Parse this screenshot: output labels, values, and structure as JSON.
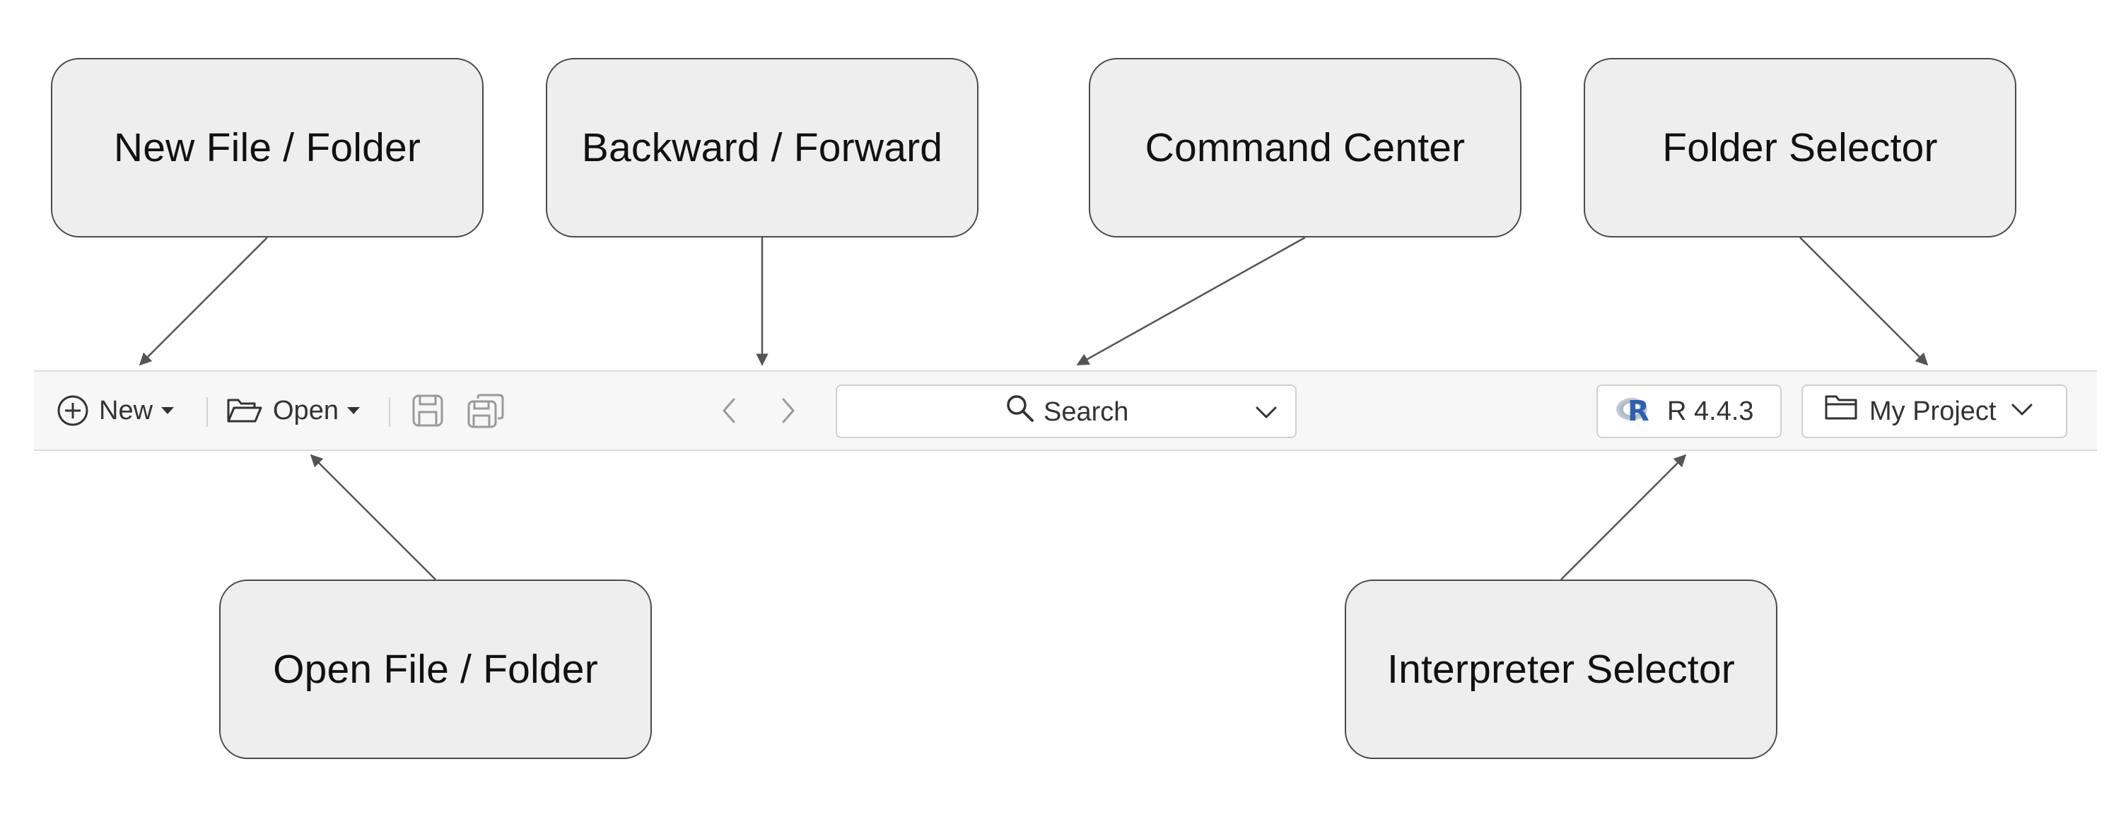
{
  "callouts": {
    "new": "New File / Folder",
    "back_forward": "Backward / Forward",
    "command_center": "Command Center",
    "folder_selector": "Folder Selector",
    "open": "Open File / Folder",
    "interpreter": "Interpreter Selector"
  },
  "toolbar": {
    "new_label": "New",
    "open_label": "Open",
    "search_label": "Search",
    "interpreter_label": "R 4.4.3",
    "interpreter_logo_letter": "R",
    "folder_label": "My Project"
  },
  "icons": {
    "new": "plus-circle-icon",
    "open": "folder-open-icon",
    "save": "save-icon",
    "save_all": "save-all-icon",
    "back": "chevron-left-icon",
    "forward": "chevron-right-icon",
    "search": "search-icon",
    "dropdown": "chevron-down-icon",
    "interpreter": "r-logo-icon",
    "folder": "folder-icon"
  },
  "colors": {
    "callout_fill": "#eeeeee",
    "callout_border": "#4a4a4a",
    "toolbar_bg": "#f7f7f7",
    "arrow": "#555555",
    "r_logo_blue": "#2b61b0"
  }
}
